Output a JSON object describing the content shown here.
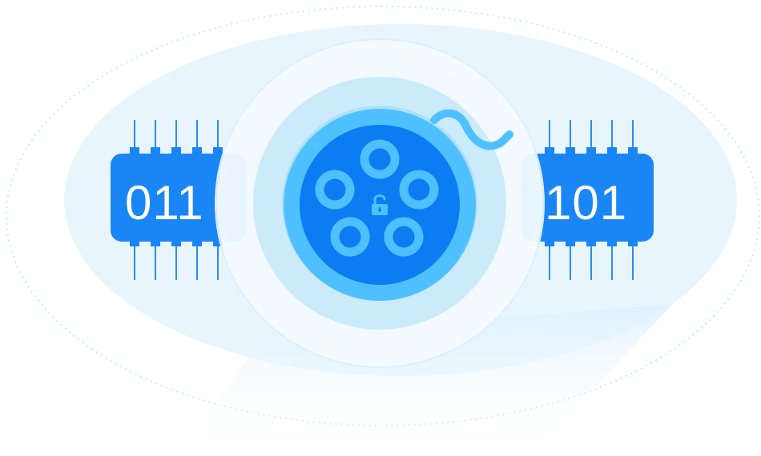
{
  "illustration": {
    "left_chip": {
      "digits": "011"
    },
    "right_chip": {
      "digits": "101"
    },
    "center_icon": "unlocked-padlock-icon",
    "ring_count": 5
  },
  "colors": {
    "chip_blue": "#1a86f6",
    "disc_blue": "#0b7cf2",
    "ring_cyan": "#4fc0ff",
    "halo_light": "#e3f3fd",
    "halo_mid": "#cbebfb",
    "halo_inner": "#aee0fa",
    "pin_blue": "#2a8df5"
  }
}
